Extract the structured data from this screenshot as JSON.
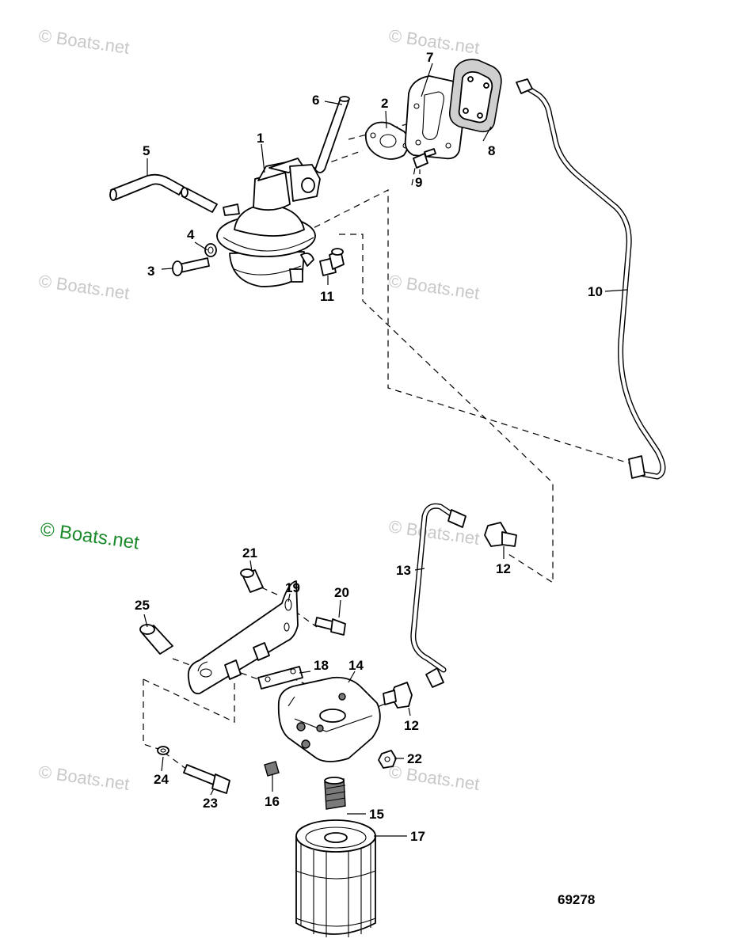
{
  "watermark": "© Boats.net",
  "figure_number": "69278",
  "callouts": {
    "c1": "1",
    "c2": "2",
    "c3": "3",
    "c4": "4",
    "c5": "5",
    "c6": "6",
    "c7": "7",
    "c8": "8",
    "c9": "9",
    "c10": "10",
    "c11": "11",
    "c12a": "12",
    "c12b": "12",
    "c13": "13",
    "c14": "14",
    "c15": "15",
    "c16": "16",
    "c17": "17",
    "c18": "18",
    "c19": "19",
    "c20": "20",
    "c21": "21",
    "c22": "22",
    "c23": "23",
    "c24": "24",
    "c25": "25"
  },
  "colors": {
    "line": "#000000",
    "watermark": "#c8c8c8",
    "watermark_main": "#1a8a2a"
  }
}
